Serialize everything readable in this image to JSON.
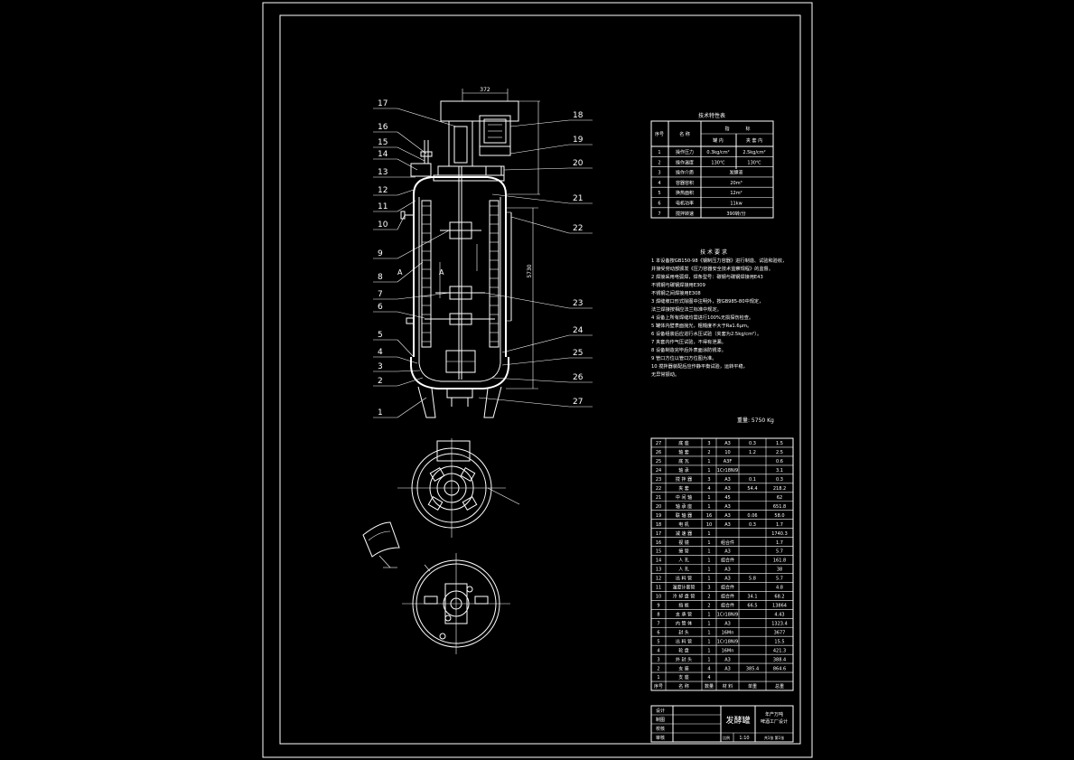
{
  "drawing": {
    "callouts_left": [
      "17",
      "16",
      "15",
      "14",
      "13",
      "12",
      "11",
      "10",
      "9",
      "8",
      "7",
      "6",
      "5",
      "4",
      "3",
      "2",
      "1"
    ],
    "callouts_right": [
      "18",
      "19",
      "20",
      "21",
      "22",
      "23",
      "24",
      "25",
      "26",
      "27"
    ],
    "dims": {
      "top_width": "372",
      "height_right": "5730",
      "mass": "重量: 5750 Kg"
    },
    "section_marks": [
      "A",
      "A"
    ]
  },
  "spec_table": {
    "title": "技术特性表",
    "header": [
      "序号",
      "名 称",
      "指",
      "标"
    ],
    "subheader": [
      "罐 内",
      "夹 套 内"
    ],
    "rows": [
      [
        "1",
        "操作压力",
        "0.3kg/cm²",
        "2.5kg/cm²"
      ],
      [
        "2",
        "操作温度",
        "130℃",
        "130℃"
      ],
      [
        "3",
        "操作介质",
        "发酵液",
        ""
      ],
      [
        "4",
        "容器容积",
        "20m³",
        ""
      ],
      [
        "5",
        "换热面积",
        "12m²",
        ""
      ],
      [
        "6",
        "电机功率",
        "11kw",
        ""
      ],
      [
        "7",
        "搅拌转速",
        "390转/分",
        ""
      ]
    ]
  },
  "tech_req": {
    "title": "技 术 要 求",
    "lines": [
      "1 本设备按GB150-98《钢制压力容器》进行制造、试验和验收，",
      "  并接受劳动部颁发《压力容器安全技术监察规程》的监督。",
      "2 焊接采用电弧焊，焊条型号：碳钢与碳钢焊接用E43",
      "  不锈钢与碳钢焊接用E309",
      "  不锈钢之间焊接用E308",
      "3 焊缝坡口形式除图中注明外，按GB985-80中规定，",
      "  法兰焊接按相应法兰标准中规定。",
      "4 设备上所有焊缝均需进行100%无损探伤检查。",
      "5 罐体内壁表面抛光，粗糙度不大于Ra1.6μm。",
      "6 设备组装后应进行水压试验（夹套为2.5kg/cm²）。",
      "7 夹套内作气压试验，不得有泄漏。",
      "8 设备制造完毕后外表面涂防锈漆。",
      "9 管口方位以管口方位图为准。",
      "10 搅拌器装配后应作静平衡试验，运转平稳，",
      "  无异常振动。"
    ]
  },
  "parts_table": {
    "header": [
      "序号",
      "名 称",
      "数量",
      "材 料",
      "单重",
      "总重"
    ],
    "rows": [
      [
        "27",
        "底 座",
        "3",
        "A3",
        "0.3",
        "1.5"
      ],
      [
        "26",
        "轴 套",
        "2",
        "10",
        "1.2",
        "2.5"
      ],
      [
        "25",
        "底 瓦",
        "1",
        "A3F",
        "",
        "0.6"
      ],
      [
        "24",
        "轴 承",
        "1",
        "1Cr18Ni9",
        "",
        "3.1"
      ],
      [
        "23",
        "搅 拌 器",
        "3",
        "A3",
        "0.1",
        "0.3"
      ],
      [
        "22",
        "夹 套",
        "4",
        "A3",
        "54.4",
        "218.2"
      ],
      [
        "21",
        "中 间 轴",
        "1",
        "45",
        "",
        "62"
      ],
      [
        "20",
        "轴 承 座",
        "1",
        "A3",
        "",
        "651.8"
      ],
      [
        "19",
        "联 轴 器",
        "16",
        "A3",
        "0.06",
        "58.0"
      ],
      [
        "18",
        "电 机",
        "10",
        "A3",
        "0.3",
        "1.7"
      ],
      [
        "17",
        "减 速 器",
        "1",
        "",
        "",
        "1740.3"
      ],
      [
        "16",
        "视 镜",
        "1",
        "组合件",
        "",
        "1.7"
      ],
      [
        "15",
        "接 管",
        "1",
        "A3",
        "",
        "5.7"
      ],
      [
        "14",
        "人 孔",
        "1",
        "组合件",
        "",
        "161.8"
      ],
      [
        "13",
        "人 孔",
        "1",
        "A3",
        "",
        "38"
      ],
      [
        "12",
        "出 料 管",
        "1",
        "A3",
        "5.8",
        "5.7"
      ],
      [
        "11",
        "温度计套管",
        "3",
        "组合件",
        "",
        "4.8"
      ],
      [
        "10",
        "冷 却 盘 管",
        "2",
        "组合件",
        "34.1",
        "68.2"
      ],
      [
        "9",
        "挡 板",
        "2",
        "组合件",
        "66.5",
        "13864"
      ],
      [
        "8",
        "支 承 管",
        "1",
        "1Cr18Ni9",
        "",
        "4.43"
      ],
      [
        "7",
        "内 筒 体",
        "1",
        "A3",
        "",
        "1323.4"
      ],
      [
        "6",
        "封 头",
        "1",
        "16Mn",
        "",
        "3677"
      ],
      [
        "5",
        "出 料 管",
        "1",
        "1Cr18Ni9",
        "",
        "15.5"
      ],
      [
        "4",
        "轮 盘",
        "1",
        "16Mn",
        "",
        "421.3"
      ],
      [
        "3",
        "外 封 头",
        "1",
        "A3",
        "",
        "388.4"
      ],
      [
        "2",
        "支 座",
        "4",
        "A3",
        "385.4",
        "864.6"
      ],
      [
        "1",
        "支 座",
        "4",
        "",
        "",
        ""
      ]
    ]
  },
  "title_block": {
    "left_labels": [
      "设计",
      "制图",
      "校核",
      "审核"
    ],
    "drawing_name": "发酵罐",
    "project": [
      "年产万吨",
      "啤酒工厂设计"
    ],
    "scale_label": "比例",
    "scale": "1:10",
    "sheet_info": "共1张 第1张"
  }
}
